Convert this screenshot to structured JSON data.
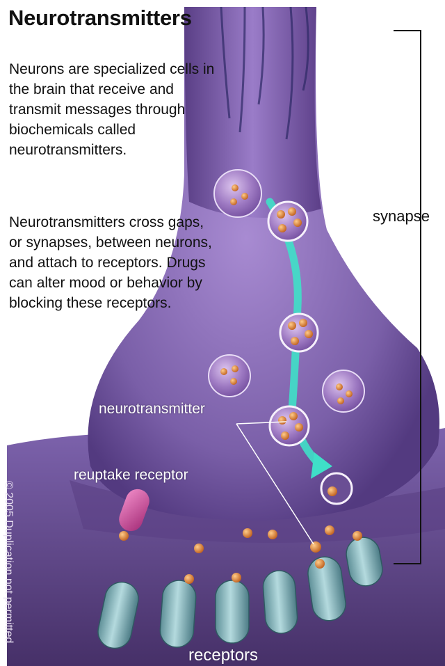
{
  "title": "Neurotransmitters",
  "paragraphs": {
    "p1": "Neurons are specialized cells in the brain that receive and transmit messages through biochemicals called neurotransmitters.",
    "p2": "Neurotransmitters cross gaps, or synapses, between neurons, and attach to receptors. Drugs can alter mood or behavior by blocking these receptors."
  },
  "labels": {
    "synapse": "synapse",
    "neurotransmitter": "neurotransmitter",
    "reuptake_receptor": "reuptake receptor",
    "receptors": "receptors"
  },
  "copyright": "© 2005 Duplication not permitted",
  "colors": {
    "neuron_purple": "#7a5fa8",
    "neuron_dark": "#4a3470",
    "vesicle": "#b48fd0",
    "neurotransmitter": "#e08a3a",
    "flow_arrow": "#3fe0c8",
    "receptor_teal": "#7fb2b8",
    "reuptake_pink": "#d04a9a"
  }
}
